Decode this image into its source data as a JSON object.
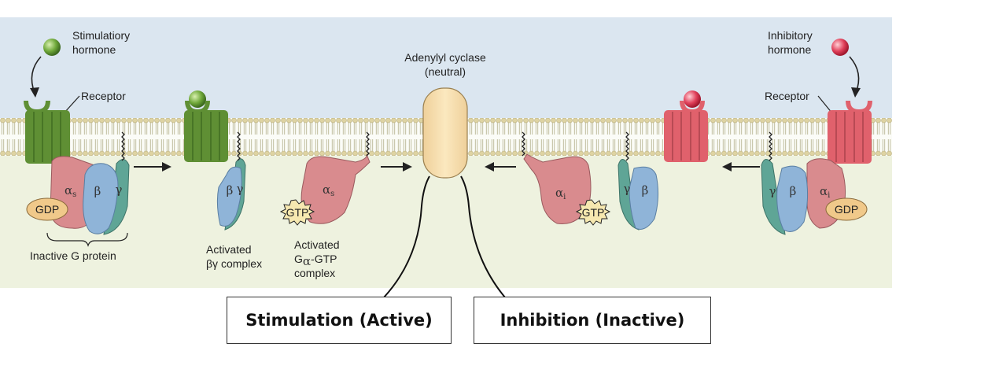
{
  "labels": {
    "stim_hormone_1": "Stimulatiory",
    "stim_hormone_2": "hormone",
    "inhib_hormone_1": "Inhibitory",
    "inhib_hormone_2": "hormone",
    "receptor_left": "Receptor",
    "receptor_right": "Receptor",
    "adenylyl_1": "Adenylyl cyclase",
    "adenylyl_2": "(neutral)",
    "inactive_g": "Inactive G protein",
    "activated_bg_1": "Activated",
    "activated_bg_2": "βγ complex",
    "activated_ga_1": "Activated",
    "activated_ga_2": "G",
    "activated_ga_sub": "α",
    "activated_ga_3": "-GTP",
    "activated_ga_4": "complex",
    "gdp": "GDP",
    "gtp": "GTP",
    "alpha": "α",
    "alpha_s_sub": "s",
    "alpha_i_sub": "i",
    "beta": "β",
    "gamma": "γ"
  },
  "boxes": {
    "stimulation": "Stimulation (Active)",
    "inhibition": "Inhibition (Inactive)"
  },
  "colors": {
    "extracellular": "#dbe6f0",
    "intracellular": "#eef2df",
    "stimulatory_receptor": "#5f8f34",
    "inhibitory_receptor": "#e0616c",
    "alpha_subunit": "#d98b8e",
    "beta_subunit": "#8fb4d8",
    "gamma_subunit": "#5fa596",
    "gdp": "#f0c98a",
    "cyclase": "#f6deaa"
  }
}
